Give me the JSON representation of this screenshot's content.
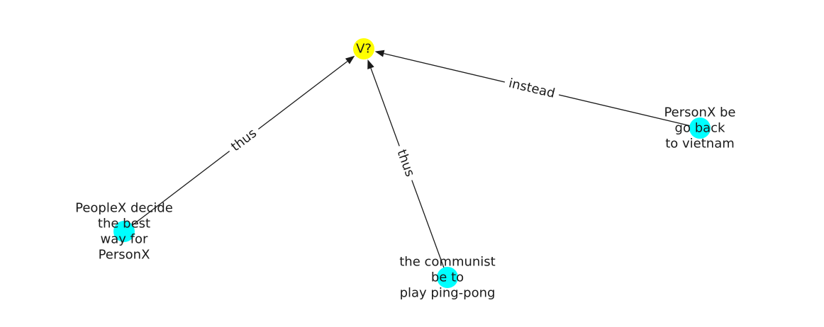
{
  "graph": {
    "nodes": [
      {
        "id": "v",
        "lines": [
          "V?"
        ],
        "color": "#ffff00"
      },
      {
        "id": "peoplex",
        "lines": [
          "PeopleX decide",
          "the best",
          "way for",
          "PersonX"
        ],
        "color": "#00ffff"
      },
      {
        "id": "communist",
        "lines": [
          "the communist",
          "be to",
          "play ping-pong"
        ],
        "color": "#00ffff"
      },
      {
        "id": "personx",
        "lines": [
          "PersonX be",
          "go back",
          "to vietnam"
        ],
        "color": "#00ffff"
      }
    ],
    "edges": [
      {
        "source": "peoplex",
        "target": "v",
        "label": "thus"
      },
      {
        "source": "communist",
        "target": "v",
        "label": "thus"
      },
      {
        "source": "personx",
        "target": "v",
        "label": "instead"
      }
    ]
  }
}
